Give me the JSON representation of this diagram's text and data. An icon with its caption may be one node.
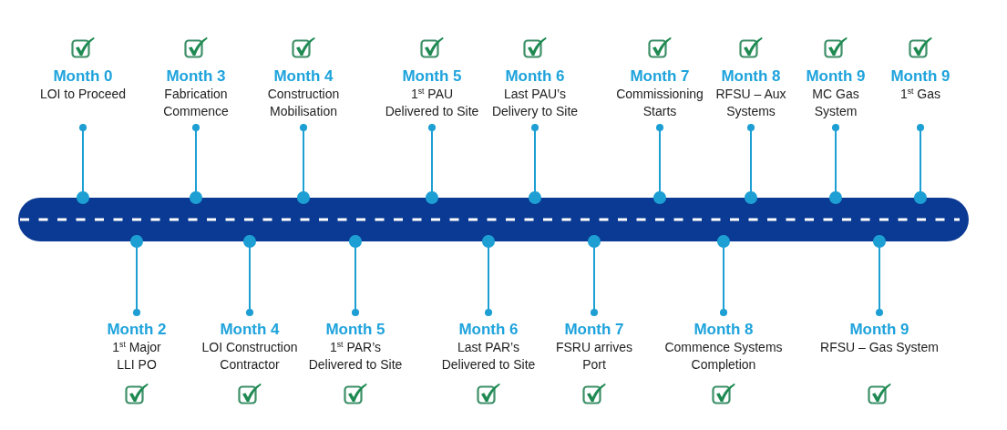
{
  "diagram": {
    "nodes": [
      {
        "text": [
          "Month 0",
          "LOI to Proceed"
        ]
      },
      {
        "text": [
          "Month 3",
          "Fabrication Commence"
        ]
      },
      {
        "text": [
          "Month 4",
          "Construction Mobilisation"
        ]
      },
      {
        "text": [
          "Month 5",
          "1$^{st}$ PAU Delivered to Site"
        ]
      },
      {
        "text": [
          "Month 6",
          "Last PAU’s Delivery to Site"
        ]
      },
      {
        "text": [
          "Month 7",
          "Commissioning Starts"
        ]
      },
      {
        "text": [
          "Month 8",
          "RFSU – Aux Systems"
        ]
      },
      {
        "text": [
          "Month 9",
          "MC Gas System"
        ]
      },
      {
        "text": [
          "Month 9",
          "1$^{st}$ Gas"
        ]
      },
      {
        "text": [],
        "shape": "bar"
      },
      {
        "text": [
          "Month 2",
          "1$^{st}$ Major LLI PO"
        ]
      },
      {
        "text": [
          "Month 4",
          "LOI Construction Contractor"
        ]
      },
      {
        "text": [
          "Month 5",
          "1$^{st}$ PAR’s Delivered to Site"
        ]
      },
      {
        "text": [
          "Month 6",
          "Last PAR’s Delivered to Site"
        ]
      },
      {
        "text": [
          "Month 7",
          "FSRU arrives Port"
        ]
      },
      {
        "text": [
          "Month 8",
          "Commence Systems Completion"
        ]
      },
      {
        "text": [
          "Month 9",
          "RFSU – Gas System"
        ]
      }
    ],
    "edges": [
      {
        "from": 0,
        "to": 9,
        "arrow": "other"
      },
      {
        "from": 1,
        "to": 9,
        "arrow": "other"
      },
      {
        "from": 2,
        "to": 9,
        "arrow": "other"
      },
      {
        "from": 3,
        "to": 9,
        "arrow": "other"
      },
      {
        "from": 4,
        "to": 9,
        "arrow": "other"
      },
      {
        "from": 5,
        "to": 9,
        "arrow": "other"
      },
      {
        "from": 6,
        "to": 9,
        "arrow": "other"
      },
      {
        "from": 7,
        "to": 9,
        "arrow": "other"
      },
      {
        "from": 8,
        "to": 9,
        "arrow": "other"
      },
      {
        "from": 10,
        "to": 9,
        "arrow": "other"
      },
      {
        "from": 11,
        "to": 9,
        "arrow": "other"
      },
      {
        "from": 12,
        "to": 9,
        "arrow": "other"
      },
      {
        "from": 13,
        "to": 9,
        "arrow": "other"
      },
      {
        "from": 14,
        "to": 9,
        "arrow": "other"
      },
      {
        "from": 15,
        "to": 9,
        "arrow": "other"
      },
      {
        "from": 16,
        "to": 9,
        "arrow": "other"
      }
    ]
  }
}
